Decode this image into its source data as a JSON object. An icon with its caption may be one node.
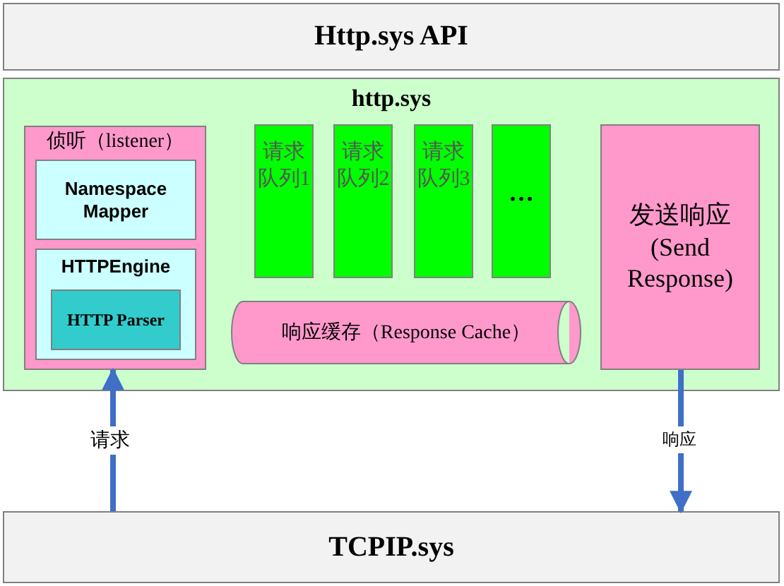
{
  "diagram": {
    "nodes": [
      {
        "text": [
          "Http.sys API"
        ]
      },
      {
        "text": [
          "http.sys"
        ]
      },
      {
        "text": [
          "侦听（listener）"
        ],
        "in": 1
      },
      {
        "text": [
          "Namespace Mapper"
        ],
        "in": 2
      },
      {
        "text": [
          "HTTPEngine"
        ],
        "in": 2
      },
      {
        "text": [
          "HTTP Parser"
        ],
        "in": 4
      },
      {
        "text": [
          "请求队列1"
        ],
        "in": 1
      },
      {
        "text": [
          "请求队列2"
        ],
        "in": 1
      },
      {
        "text": [
          "请求队列3"
        ],
        "in": 1
      },
      {
        "text": [
          "…"
        ],
        "in": 1
      },
      {
        "text": [
          "响应缓存（Response Cache）"
        ],
        "in": 1
      },
      {
        "text": [
          "发送响应(Send Response)"
        ],
        "in": 1
      },
      {
        "text": [
          "TCPIP.sys"
        ]
      }
    ],
    "edges": [
      {
        "from": 12,
        "to": 2,
        "arrow": "to",
        "label": "请求"
      },
      {
        "from": 11,
        "to": 12,
        "arrow": "to",
        "label": "响应"
      }
    ]
  }
}
